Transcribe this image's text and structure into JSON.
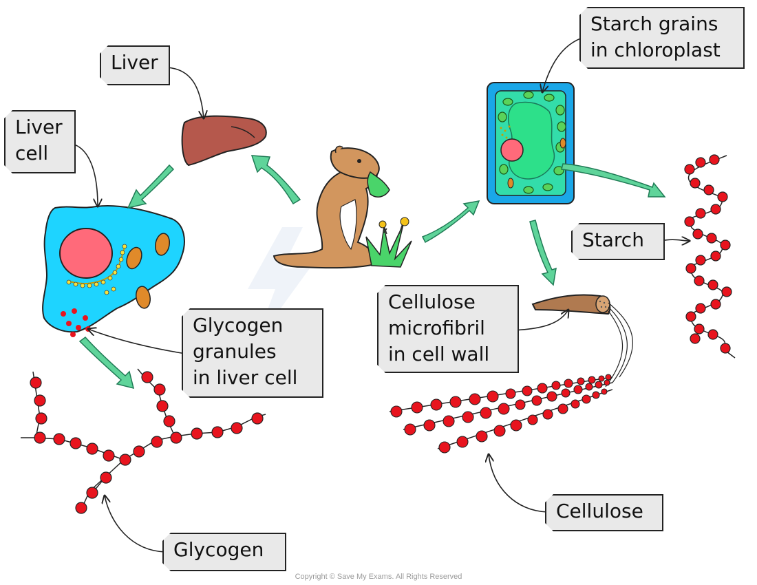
{
  "labels": {
    "liver": "Liver",
    "liver_cell_1": "Liver",
    "liver_cell_2": "cell",
    "starch_grains_1": "Starch grains",
    "starch_grains_2": "in chloroplast",
    "starch": "Starch",
    "cellulose_microfibril_1": "Cellulose",
    "cellulose_microfibril_2": "microfibril",
    "cellulose_microfibril_3": "in cell wall",
    "glycogen_granules_1": "Glycogen",
    "glycogen_granules_2": "granules",
    "glycogen_granules_3": "in liver cell",
    "glycogen": "Glycogen",
    "cellulose": "Cellulose"
  },
  "copyright": "Copyright © Save My Exams. All Rights Reserved",
  "watermark": "Save My Exams",
  "colors": {
    "liver": "#b5584c",
    "animal_cell": "#1ed4ff",
    "nucleus": "#ff6a7a",
    "plant_cell_wall": "#1aa7e8",
    "cytoplasm": "#33ddaa",
    "chloroplast": "#5ad35a",
    "arrow": "#5fd49a",
    "glucose_bead": "#e8141e",
    "squirrel": "#d2965e",
    "microfibril": "#b07a50"
  },
  "icons": [
    "liver-organ",
    "liver-cell",
    "plant-cell",
    "squirrel",
    "grass-plant",
    "glycogen-chain",
    "starch-helix",
    "cellulose-chains",
    "microfibril"
  ]
}
